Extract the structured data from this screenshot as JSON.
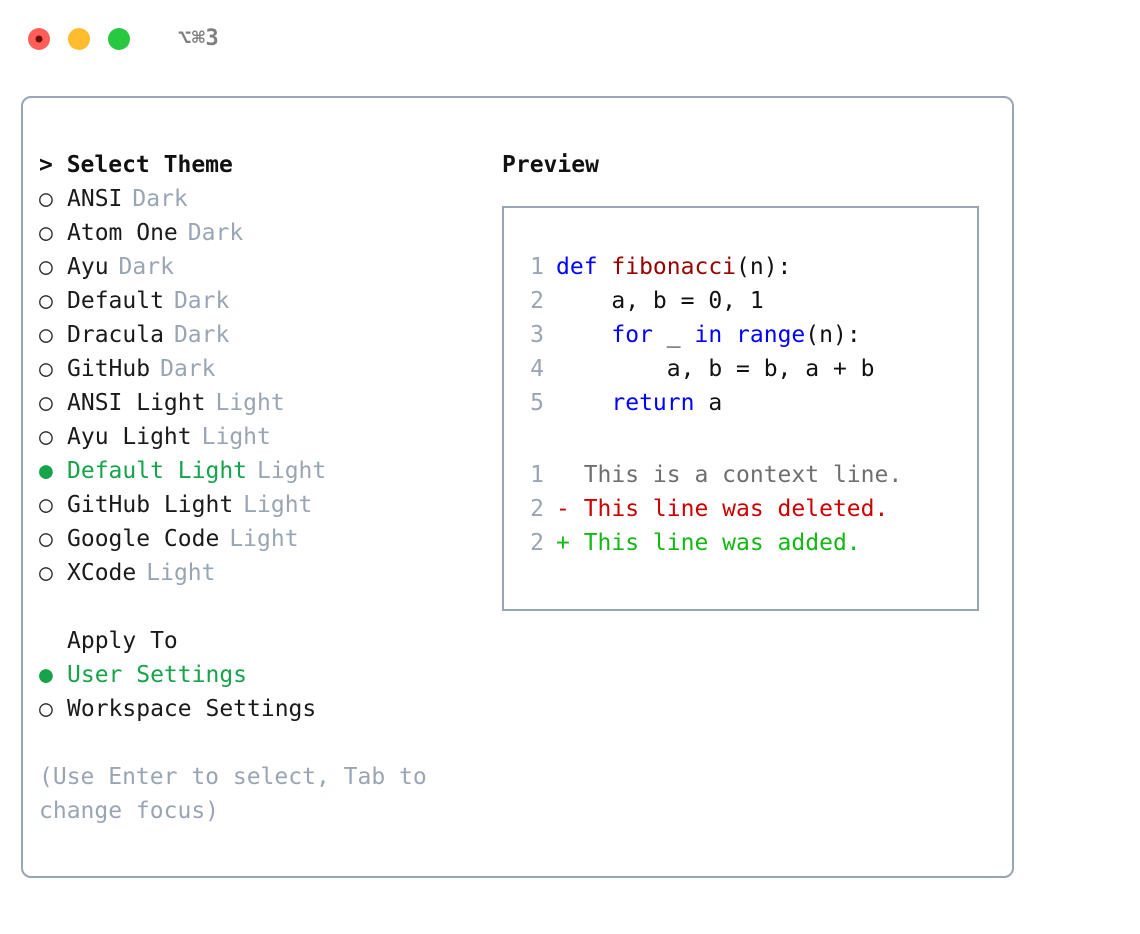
{
  "titlebar": {
    "shortcut": "⌥⌘3",
    "lights": [
      "close-button",
      "minimize-button",
      "maximize-button"
    ]
  },
  "theme_panel": {
    "header": "> Select Theme",
    "selected_bullet": "●",
    "unselected_bullet": "○",
    "accent_color": "#16a34a",
    "tag_color": "#9aa5b4",
    "options": [
      {
        "name": "ANSI",
        "tag": "Dark",
        "selected": false
      },
      {
        "name": "Atom One",
        "tag": "Dark",
        "selected": false
      },
      {
        "name": "Ayu",
        "tag": "Dark",
        "selected": false
      },
      {
        "name": "Default",
        "tag": "Dark",
        "selected": false
      },
      {
        "name": "Dracula",
        "tag": "Dark",
        "selected": false
      },
      {
        "name": "GitHub",
        "tag": "Dark",
        "selected": false
      },
      {
        "name": "ANSI Light",
        "tag": "Light",
        "selected": false
      },
      {
        "name": "Ayu Light",
        "tag": "Light",
        "selected": false
      },
      {
        "name": "Default Light",
        "tag": "Light",
        "selected": true
      },
      {
        "name": "GitHub Light",
        "tag": "Light",
        "selected": false
      },
      {
        "name": "Google Code",
        "tag": "Light",
        "selected": false
      },
      {
        "name": "XCode",
        "tag": "Light",
        "selected": false
      }
    ]
  },
  "apply_to": {
    "header": "Apply To",
    "options": [
      {
        "name": "User Settings",
        "selected": true
      },
      {
        "name": "Workspace Settings",
        "selected": false
      }
    ]
  },
  "hint": "(Use Enter to select, Tab to change focus)",
  "preview": {
    "title": "Preview",
    "code_lines": [
      {
        "no": "1",
        "tokens": [
          {
            "t": "def ",
            "k": "kw"
          },
          {
            "t": "fibonacci",
            "k": "fn"
          },
          {
            "t": "(n):",
            "k": "plain"
          }
        ]
      },
      {
        "no": "2",
        "tokens": [
          {
            "t": "    a, b = 0, 1",
            "k": "plain"
          }
        ]
      },
      {
        "no": "3",
        "tokens": [
          {
            "t": "    ",
            "k": "plain"
          },
          {
            "t": "for",
            "k": "kw"
          },
          {
            "t": " _ ",
            "k": "plain"
          },
          {
            "t": "in",
            "k": "kw"
          },
          {
            "t": " ",
            "k": "plain"
          },
          {
            "t": "range",
            "k": "kw"
          },
          {
            "t": "(n):",
            "k": "plain"
          }
        ]
      },
      {
        "no": "4",
        "tokens": [
          {
            "t": "        a, b = b, a + b",
            "k": "plain"
          }
        ]
      },
      {
        "no": "5",
        "tokens": [
          {
            "t": "    ",
            "k": "plain"
          },
          {
            "t": "return",
            "k": "kw"
          },
          {
            "t": " a",
            "k": "plain"
          }
        ]
      }
    ],
    "diff_lines": [
      {
        "no": "1",
        "text": "  This is a context line.",
        "kind": "context"
      },
      {
        "no": "2",
        "text": "- This line was deleted.",
        "kind": "removed"
      },
      {
        "no": "2",
        "text": "+ This line was added.",
        "kind": "added"
      }
    ]
  }
}
